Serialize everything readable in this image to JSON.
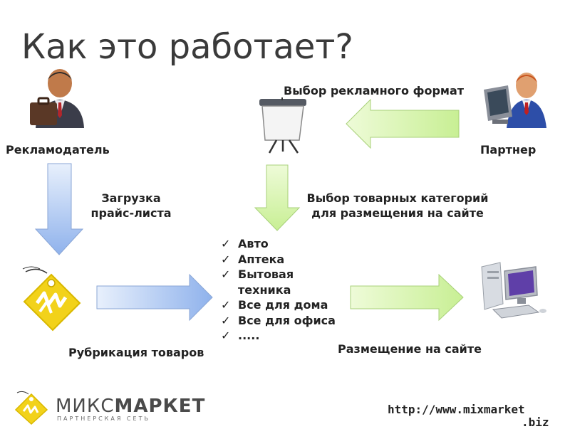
{
  "slide": {
    "title": "Как это работает?"
  },
  "nodes": {
    "advertiser": "Рекламодатель",
    "partner": "Партнер",
    "ad_format": "Выбор рекламного формат",
    "upload": "Загрузка\nпрайс-листа",
    "category_select": "Выбор товарных категорий\nдля размещения на сайте",
    "rubrication": "Рубрикация товаров",
    "placement": "Размещение на сайте"
  },
  "checklist": {
    "mark": "✓",
    "items": [
      "Авто",
      "Аптека",
      "Бытовая\nтехника",
      "Все для дома",
      "Все для офиса",
      "....."
    ]
  },
  "footer": {
    "brand_light": "МИКС",
    "brand_bold": "МАРКЕТ",
    "tagline": "ПАРТНЕРСКАЯ СЕТЬ",
    "url": "http://www.mixmarket",
    "url_tail": ".biz"
  },
  "colors": {
    "blue_arrow": "#9dbdf0",
    "green_arrow": "#d6f5a8",
    "logo_yellow": "#f2d21a",
    "title": "#3a3a3a"
  }
}
